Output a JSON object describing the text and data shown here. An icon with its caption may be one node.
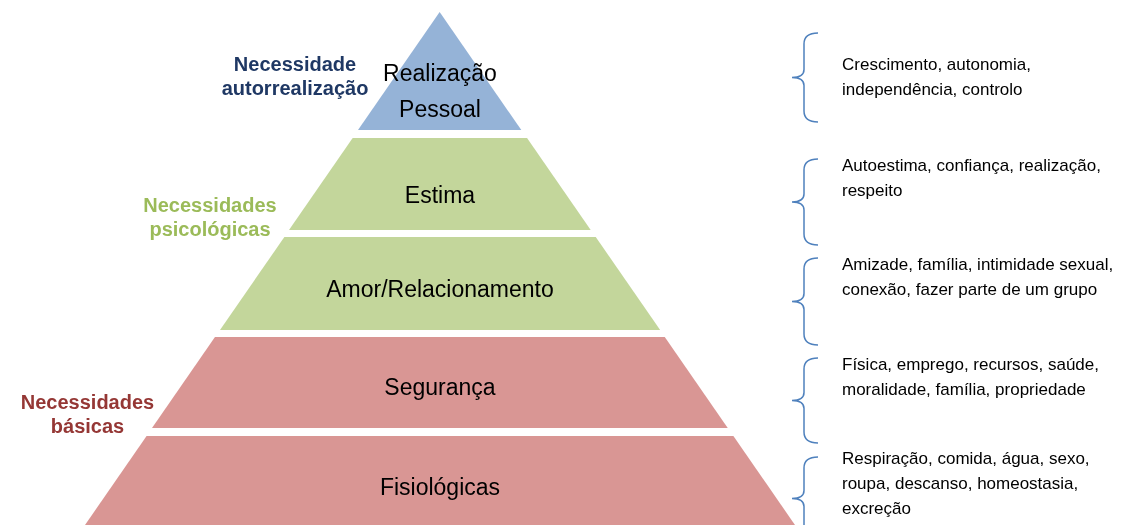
{
  "diagram": {
    "nodes": [
      {
        "text": [
          "Realização Pessoal"
        ]
      },
      {
        "text": [
          "Estima"
        ]
      },
      {
        "text": [
          "Amor/Relacionamento"
        ]
      },
      {
        "text": [
          "Segurança"
        ]
      },
      {
        "text": [
          "Fisiológicas"
        ]
      }
    ],
    "labels": [
      "Necessidade autorrealização",
      "Crescimento, autonomia, independência, controlo",
      "Autoestima, confiança, realização, respeito",
      "Necessidades psicológicas",
      "Amizade, família, intimidade sexual, conexão, fazer parte de um grupo",
      "Física, emprego, recursos, saúde, moralidade, família, propriedade",
      "Necessidades básicas",
      "Respiração, comida, água, sexo, roupa, descanso,  homeostasia, excreção"
    ]
  }
}
